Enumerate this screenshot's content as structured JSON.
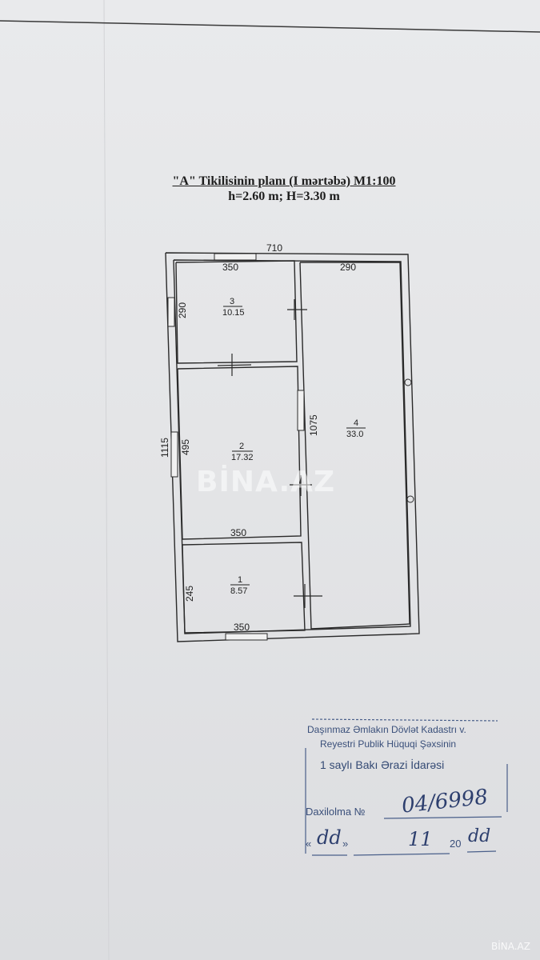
{
  "document": {
    "title_line1": "\"A\" Tikilisinin planı (I mərtəbə) M1:100",
    "title_line2": "h=2.60 m; H=3.30 m"
  },
  "plan": {
    "overall_width": "710",
    "overall_height": "1115",
    "dimensions": {
      "room3_width": "350",
      "room3_height": "290",
      "room4_width": "290",
      "room4_height": "1075",
      "room2_height": "495",
      "room2_width": "350",
      "room1_height": "245",
      "room1_width": "350"
    },
    "rooms": [
      {
        "number": "3",
        "area": "10.15"
      },
      {
        "number": "2",
        "area": "17.32"
      },
      {
        "number": "1",
        "area": "8.57"
      },
      {
        "number": "4",
        "area": "33.0"
      }
    ]
  },
  "stamp": {
    "org_line1": "Daşınmaz Əmlakın Dövlət Kadastrı v.",
    "org_line2": "Reyestri Publik Hüquqi Şəxsinin",
    "office": "1 saylı Bakı Ərazi İdarəsi",
    "registration_label": "Daxilolma №",
    "registration_value": "04/6998",
    "date_day": "dd",
    "date_month": "11",
    "date_year_prefix": "20",
    "date_year": "dd",
    "quote_open": "«",
    "quote_close": "»"
  },
  "watermark": {
    "center_text": "BİNA.AZ",
    "corner_text": "BİNA.AZ"
  },
  "colors": {
    "paper": "#e4e5e7",
    "ink": "#1f1f1f",
    "stamp_ink": "#3a4f7a"
  }
}
